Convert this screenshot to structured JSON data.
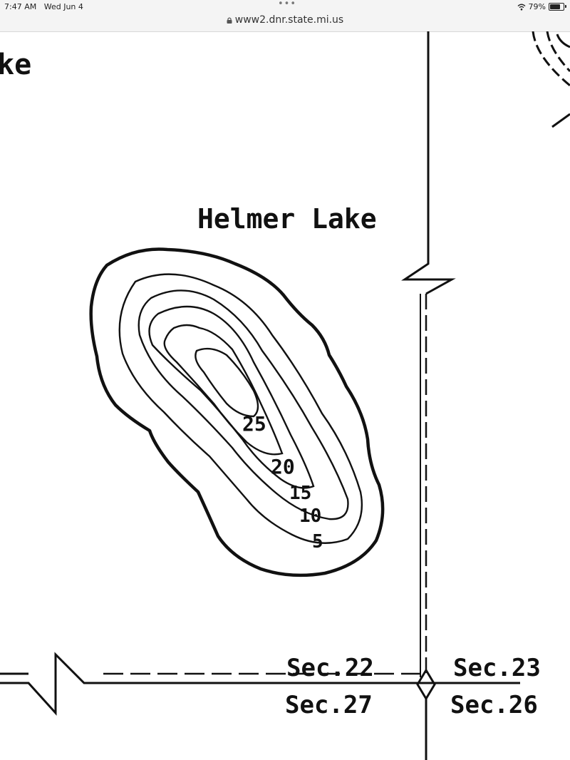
{
  "status_bar": {
    "time": "7:47 AM",
    "date": "Wed Jun 4",
    "battery": "79%",
    "battery_level": 0.79,
    "more_icon": "more-dots-icon",
    "wifi_icon": "wifi-icon",
    "battery_icon": "battery-icon"
  },
  "address_bar": {
    "url": "www2.dnr.state.mi.us",
    "lock_icon": "lock-icon"
  },
  "map": {
    "partial_label": "ke",
    "lake_name": "Helmer Lake",
    "contours": [
      {
        "depth": "25"
      },
      {
        "depth": "20"
      },
      {
        "depth": "15"
      },
      {
        "depth": "10"
      },
      {
        "depth": "5"
      }
    ],
    "sections": {
      "ne_of_corner_nw": "Sec.22",
      "ne": "Sec.23",
      "sw": "Sec.27",
      "se": "Sec.26"
    }
  }
}
